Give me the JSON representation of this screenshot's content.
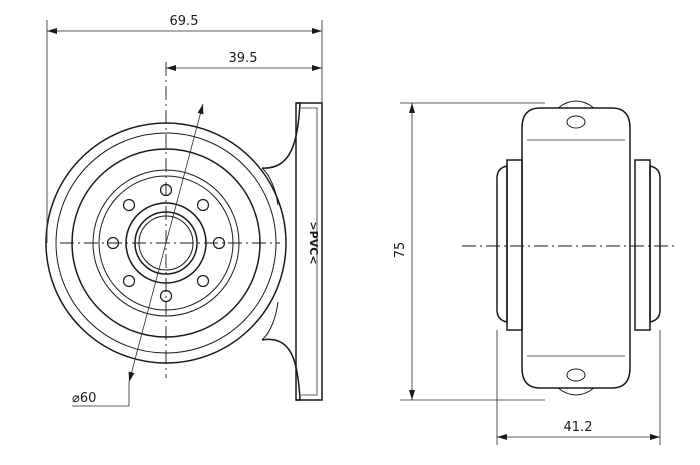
{
  "dimensions": {
    "overall_width": "69.5",
    "center_offset": "39.5",
    "diameter": "⌀60",
    "height": "75",
    "side_width": "41.2"
  },
  "marking": ">PVC<"
}
